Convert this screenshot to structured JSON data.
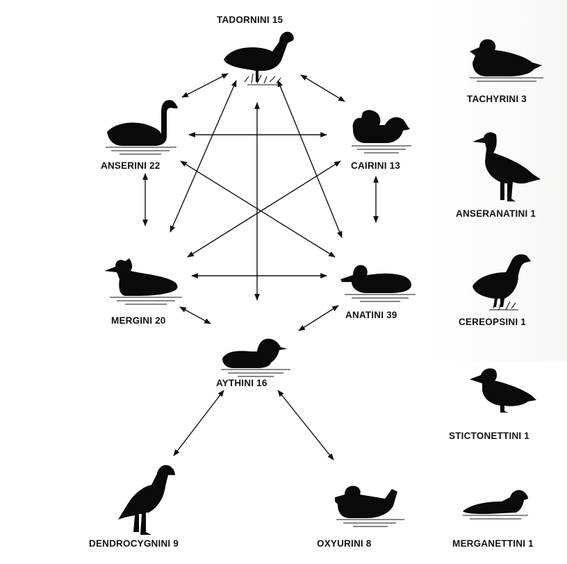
{
  "tribes": {
    "tadornini": "TADORNINI 15",
    "anserini": "ANSERINI 22",
    "cairini": "CAIRINI 13",
    "mergini": "MERGINI 20",
    "anatini": "ANATINI 39",
    "aythini": "AYTHINI 16",
    "dendrocygnini": "DENDROCYGNINI 9",
    "oxyurini": "OXYURINI 8"
  },
  "side_tribes": {
    "tachyrini": "TACHYRINI 3",
    "anseranatini": "ANSERANATINI 1",
    "cereopsini": "CEREOPSINI 1",
    "stictonettini": "STICTONETTINI 1",
    "merganettini": "MERGANETTINI 1"
  }
}
